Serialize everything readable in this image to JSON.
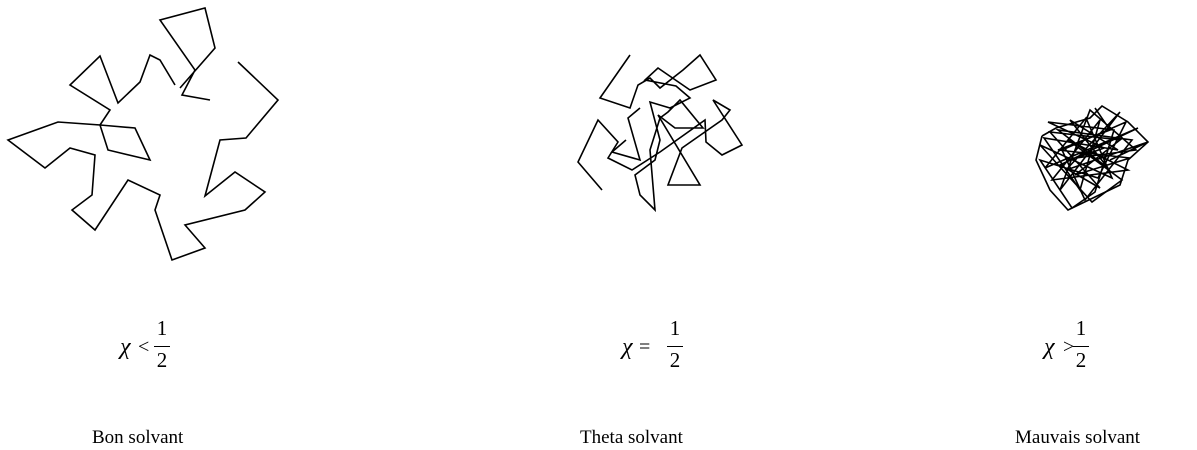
{
  "panels": [
    {
      "caption": "Bon solvant",
      "symbol": "χ",
      "relation": "<",
      "numerator": "1",
      "denominator": "2"
    },
    {
      "caption": "Theta solvant",
      "symbol": "χ",
      "relation": "=",
      "numerator": "1",
      "denominator": "2"
    },
    {
      "caption": "Mauvais solvant",
      "symbol": "χ",
      "relation": ">",
      "numerator": "1",
      "denominator": "2"
    }
  ],
  "colors": {
    "line": "#000000",
    "background": "#ffffff"
  }
}
